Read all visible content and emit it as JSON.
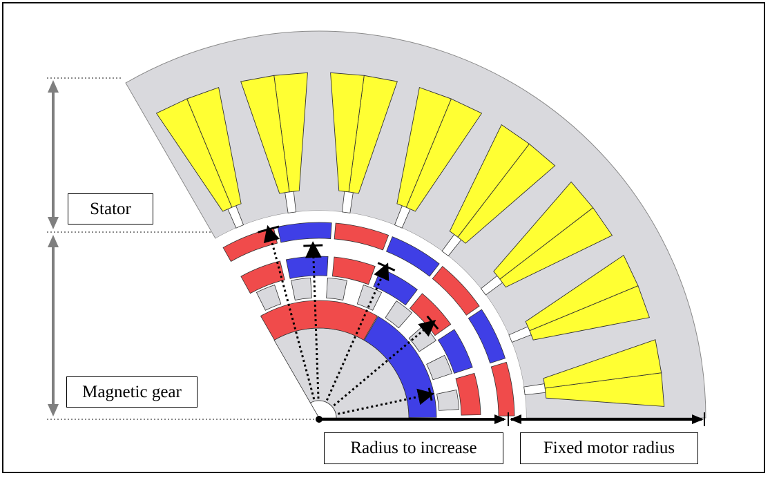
{
  "labels": {
    "stator": "Stator",
    "magnetic_gear": "Magnetic gear",
    "radius_to_increase": "Radius to increase",
    "fixed_motor_radius": "Fixed motor radius"
  },
  "colors": {
    "background": "#ffffff",
    "iron": "#d9d9dd",
    "winding": "#ffff33",
    "magnet_north": "#f04b4b",
    "magnet_south": "#3f3fe6",
    "pole_piece": "#d9d9dd",
    "outline": "#333333",
    "arrow_gray": "#7f7f7f",
    "dotted_gray": "#888888"
  },
  "stator": {
    "slot_count": 8
  },
  "outer_rotor": {
    "pattern": [
      "N",
      "S",
      "N",
      "S",
      "N",
      "S",
      "N"
    ]
  },
  "inner_rotor": {
    "pattern": [
      "N",
      "S",
      "N",
      "S",
      "N",
      "S",
      "N"
    ]
  },
  "pole_pieces": {
    "count": 8
  },
  "core_rotor": {
    "pattern": [
      "S",
      "N"
    ]
  }
}
